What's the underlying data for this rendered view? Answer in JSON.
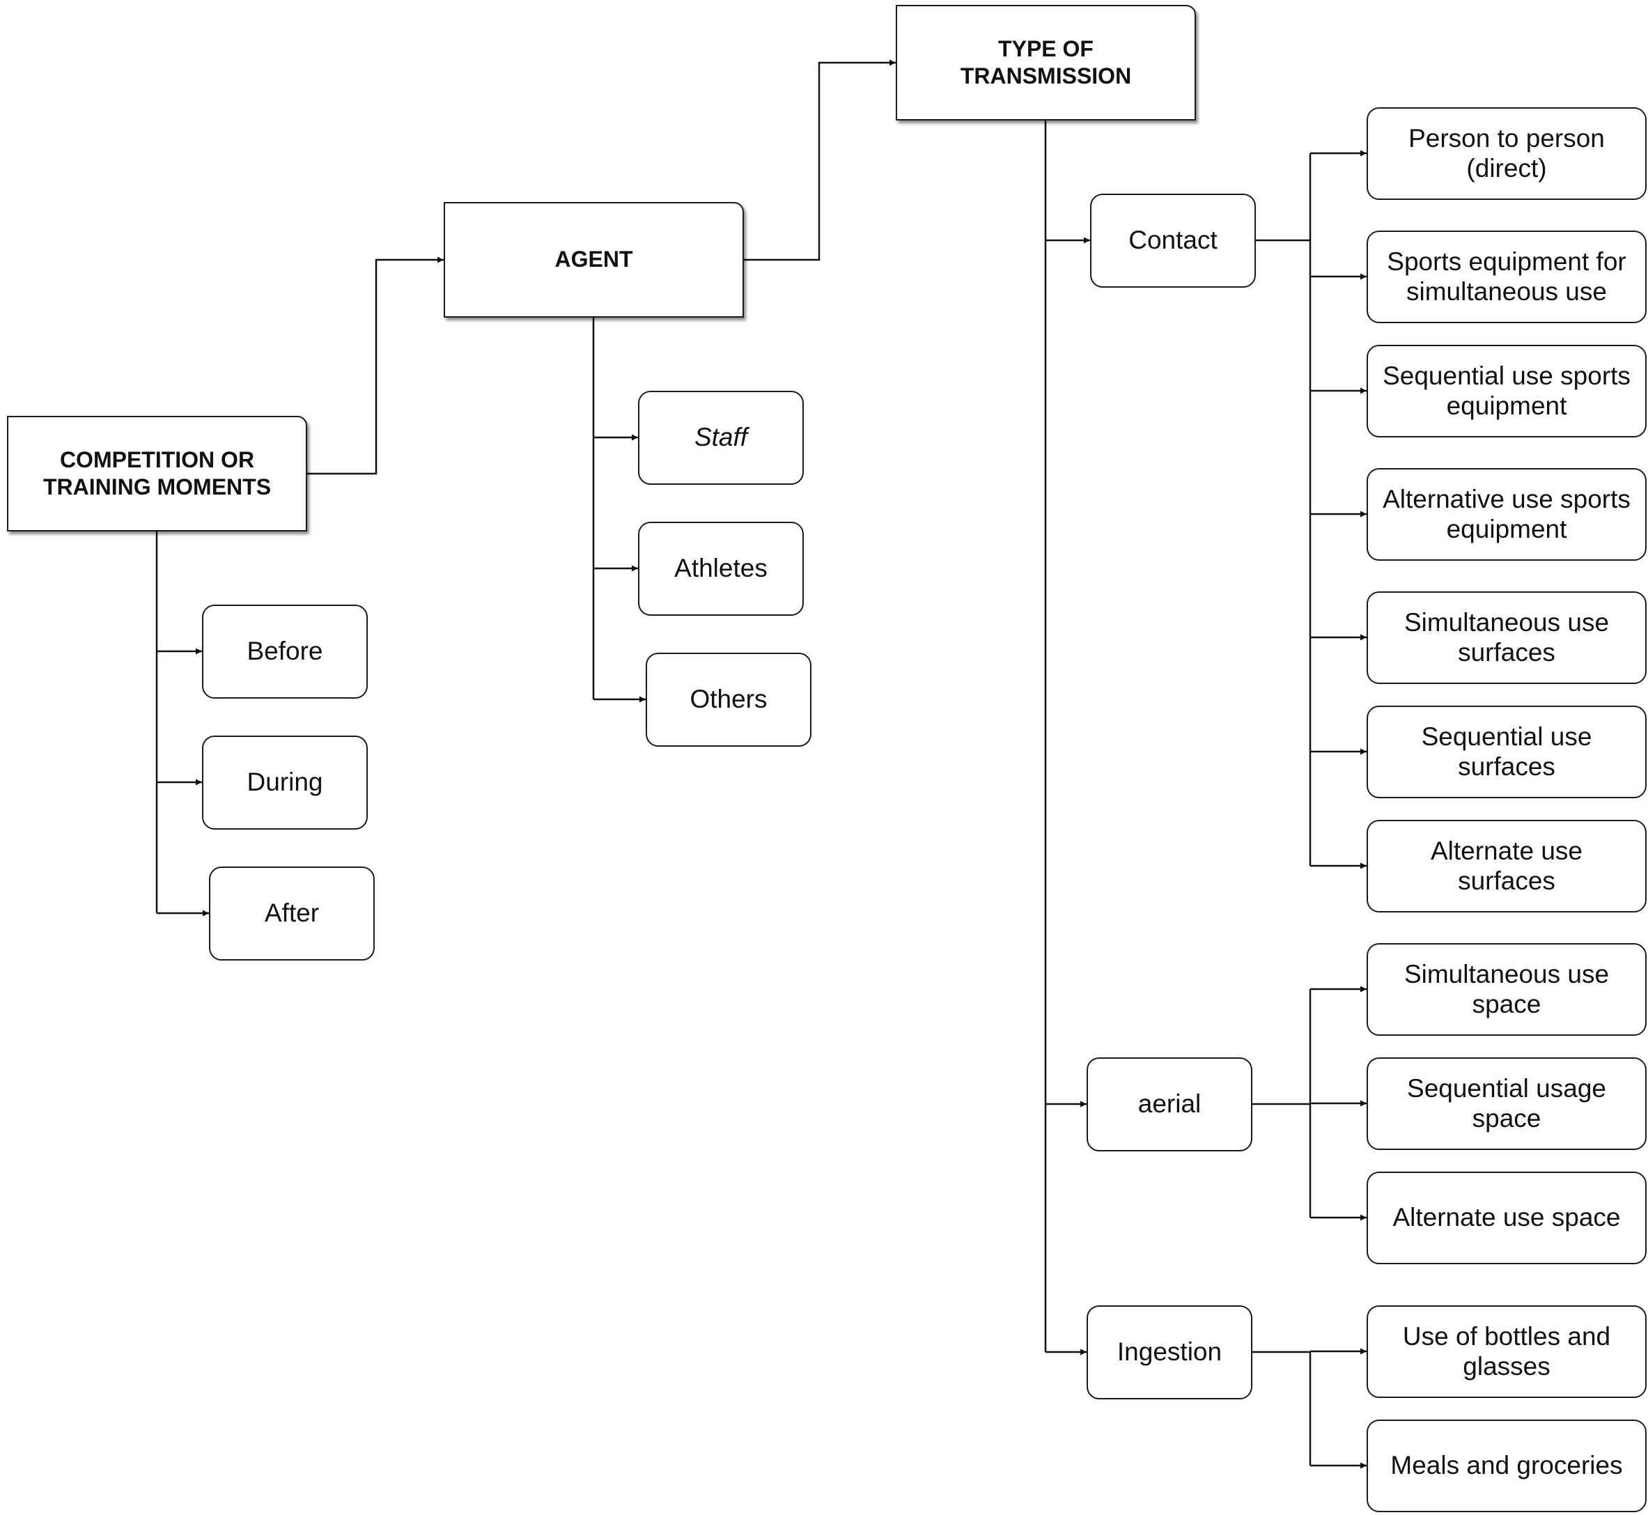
{
  "diagram": {
    "main_nodes": {
      "moments": "COMPETITION OR\nTRAINING MOMENTS",
      "agent": "AGENT",
      "transmission": "TYPE OF\nTRANSMISSION"
    },
    "moments": [
      "Before",
      "During",
      "After"
    ],
    "agents": [
      "Staff",
      "Athletes",
      "Others"
    ],
    "transmission_types": [
      "Contact",
      "aerial",
      "Ingestion"
    ],
    "contact_items": [
      "Person to person\n(direct)",
      "Sports equipment for\nsimultaneous use",
      "Sequential use sports\nequipment",
      "Alternative use sports\nequipment",
      "Simultaneous use\nsurfaces",
      "Sequential use\nsurfaces",
      "Alternate use\nsurfaces"
    ],
    "aerial_items": [
      "Simultaneous use\nspace",
      "Sequential usage\nspace",
      "Alternate use space"
    ],
    "ingestion_items": [
      "Use of bottles and\nglasses",
      "Meals and groceries"
    ]
  }
}
